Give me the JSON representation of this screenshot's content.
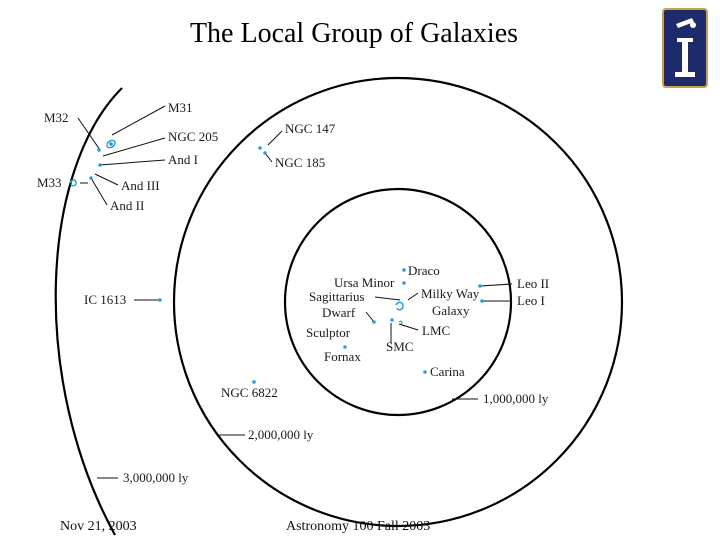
{
  "title": "The Local Group of Galaxies",
  "footer": {
    "date": "Nov 21, 2003",
    "course": "Astronomy 100 Fall 2003"
  },
  "colors": {
    "galaxy_dot": "#2a9fd6",
    "ring": "#000000",
    "logo_bg": "#1d2b6b",
    "logo_border": "#c8a24a"
  },
  "logo": {
    "icon": "university-seal-icon"
  },
  "rings": [
    {
      "label": "1,000,000 ly"
    },
    {
      "label": "2,000,000 ly"
    },
    {
      "label": "3,000,000 ly"
    }
  ],
  "galaxies": [
    {
      "label": "M32"
    },
    {
      "label": "M31"
    },
    {
      "label": "NGC 205"
    },
    {
      "label": "And I"
    },
    {
      "label": "M33"
    },
    {
      "label": "And III"
    },
    {
      "label": "And II"
    },
    {
      "label": "NGC 147"
    },
    {
      "label": "NGC 185"
    },
    {
      "label": "IC 1613"
    },
    {
      "label": "Draco"
    },
    {
      "label": "Ursa Minor"
    },
    {
      "label": "Sagittarius"
    },
    {
      "label": "Dwarf"
    },
    {
      "label": "Milky Way"
    },
    {
      "label": "Galaxy"
    },
    {
      "label": "Sculptor"
    },
    {
      "label": "LMC"
    },
    {
      "label": "SMC"
    },
    {
      "label": "Fornax"
    },
    {
      "label": "Leo II"
    },
    {
      "label": "Leo I"
    },
    {
      "label": "Carina"
    },
    {
      "label": "NGC 6822"
    }
  ]
}
